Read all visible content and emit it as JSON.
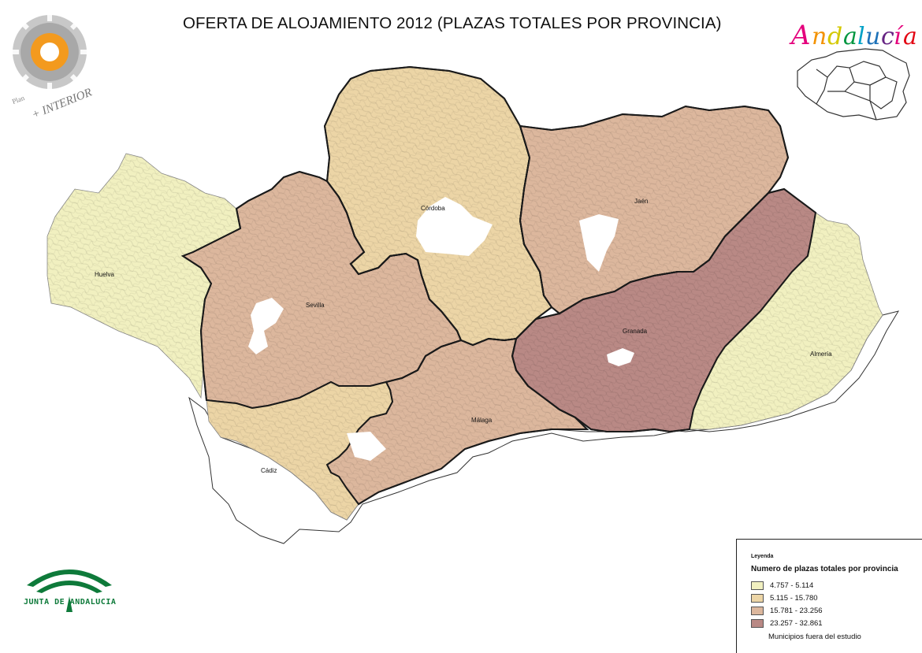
{
  "title": "OFERTA DE ALOJAMIENTO 2012 (PLAZAS TOTALES POR PROVINCIA)",
  "logos": {
    "plan_interior": "Plan + INTERIOR",
    "andalucia": "Andalucía",
    "junta": "JUNTA DE ANDALUCIA"
  },
  "provinces": [
    {
      "name": "Huelva",
      "class": "4.757 - 5.114",
      "color": "#f1f0c0"
    },
    {
      "name": "Sevilla",
      "class": "15.781 - 23.256",
      "color": "#dcb79d"
    },
    {
      "name": "Córdoba",
      "class": "5.115 - 15.780",
      "color": "#ecd5a6"
    },
    {
      "name": "Jaén",
      "class": "15.781 - 23.256",
      "color": "#dcb79d"
    },
    {
      "name": "Granada",
      "class": "23.257 - 32.861",
      "color": "#b98985"
    },
    {
      "name": "Almería",
      "class": "4.757 - 5.114",
      "color": "#f1f0c0"
    },
    {
      "name": "Málaga",
      "class": "15.781 - 23.256",
      "color": "#dcb79d"
    },
    {
      "name": "Cádiz",
      "class": "5.115 - 15.780",
      "color": "#ecd5a6"
    }
  ],
  "legend": {
    "heading": "Leyenda",
    "subtitle": "Numero de plazas totales por provincia",
    "items": [
      {
        "label": "4.757 - 5.114",
        "color": "#f1f0c0"
      },
      {
        "label": "5.115 - 15.780",
        "color": "#ecd5a6"
      },
      {
        "label": "15.781 - 23.256",
        "color": "#dcb79d"
      },
      {
        "label": "23.257 - 32.861",
        "color": "#b98985"
      }
    ],
    "outside_label": "Municipios fuera del estudio"
  }
}
